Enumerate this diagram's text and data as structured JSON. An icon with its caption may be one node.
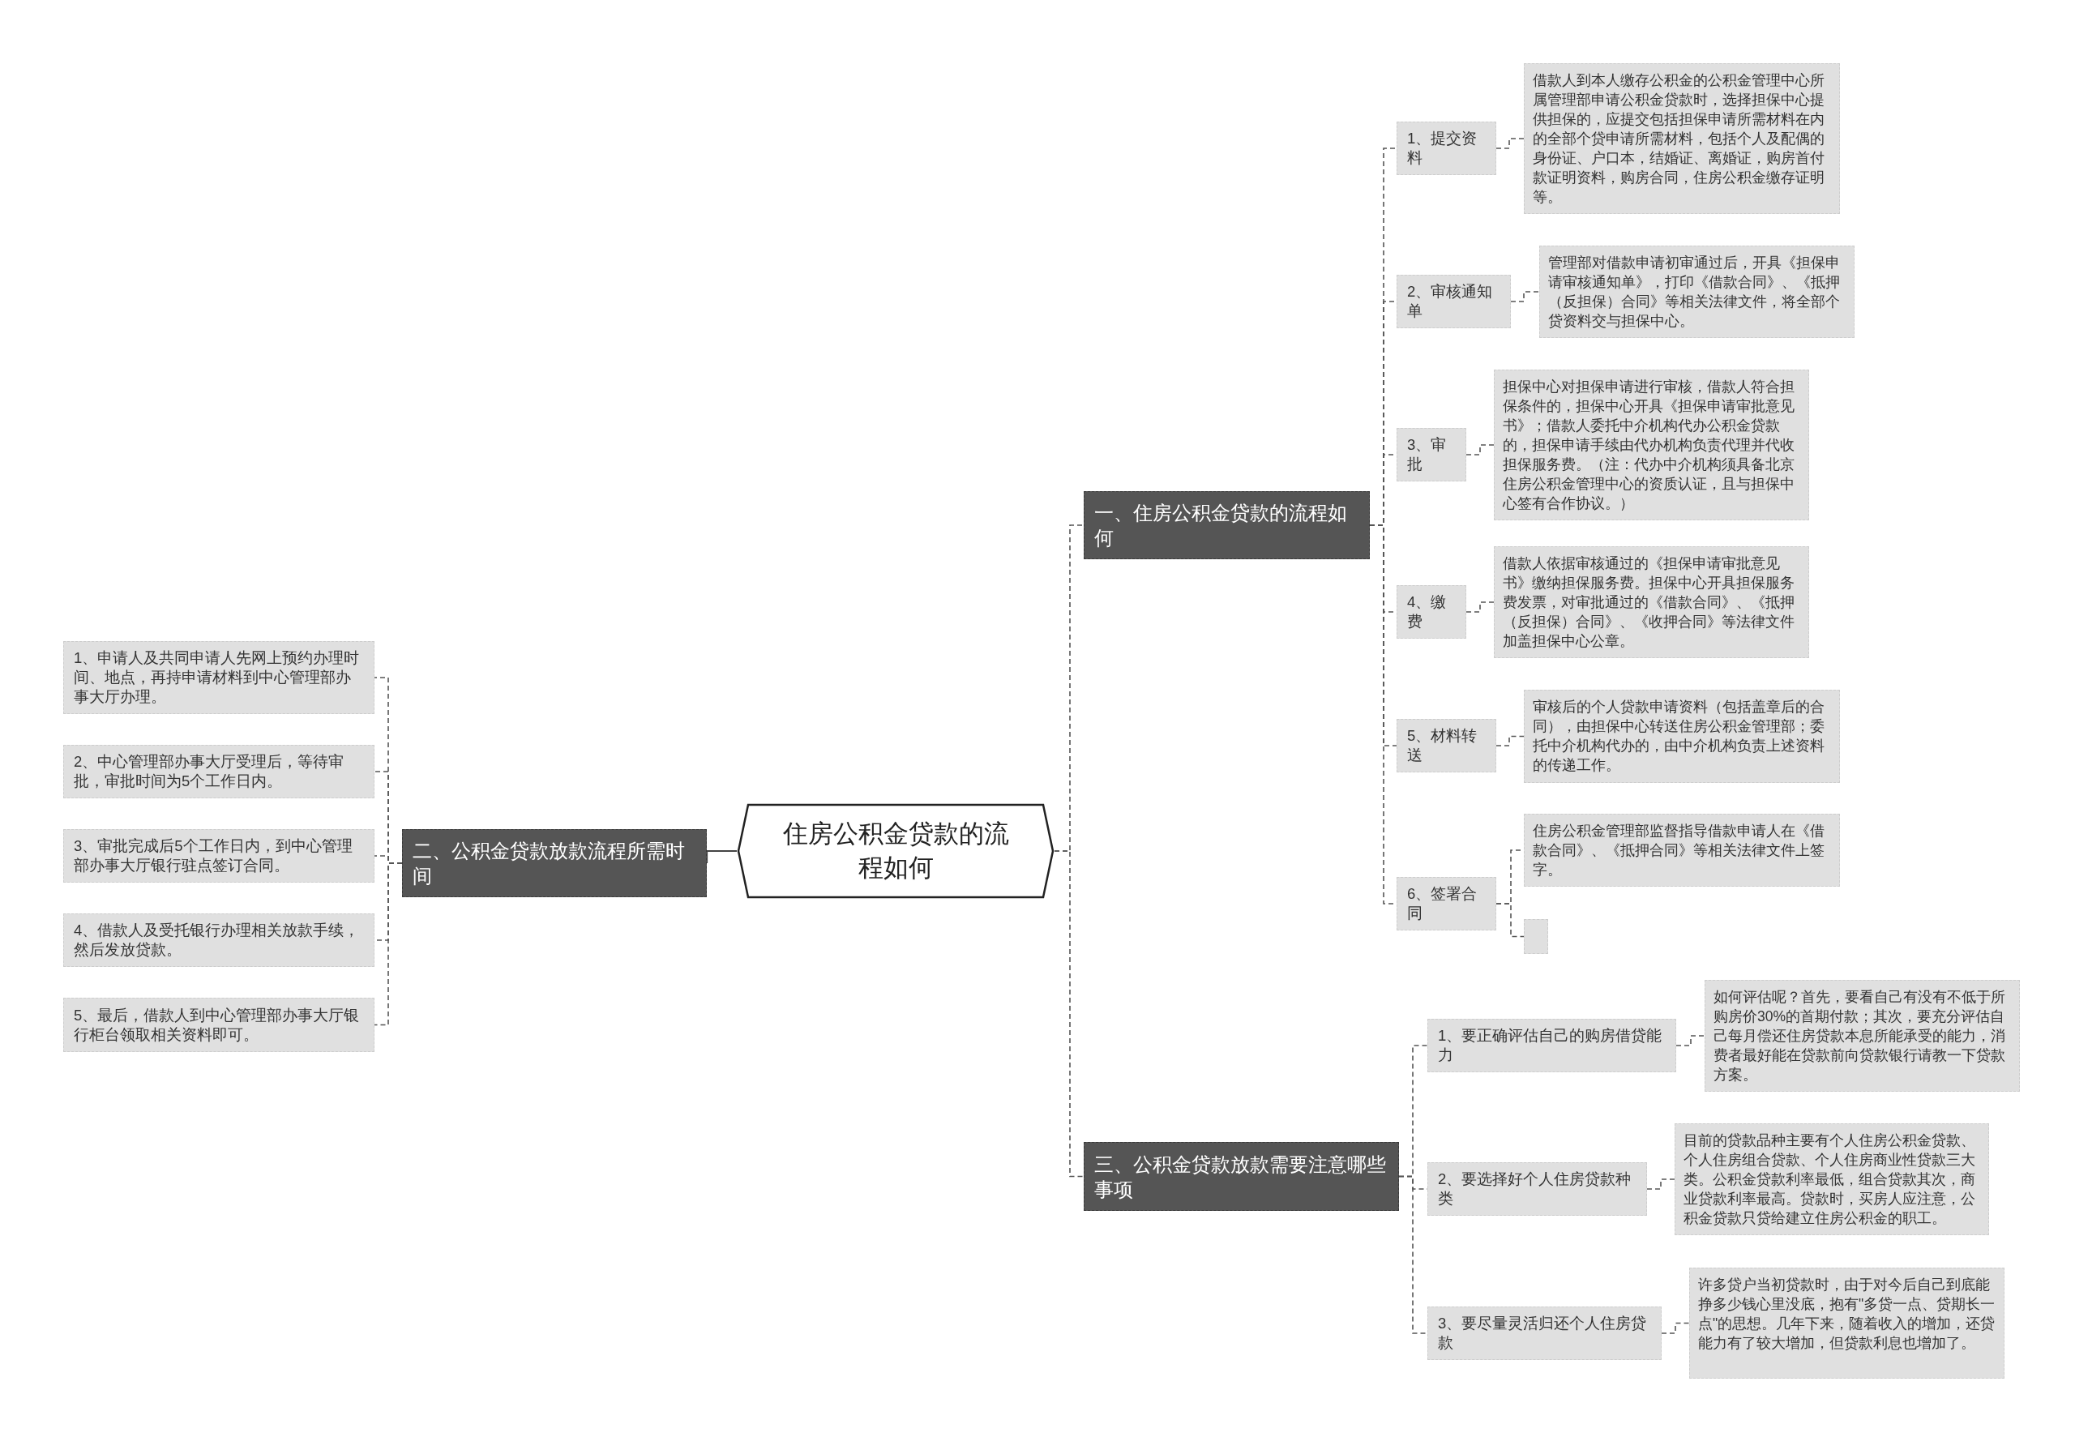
{
  "diagram": {
    "nodes": [
      {
        "text": [
          "住房公积金贷款的流程如何"
        ]
      },
      {
        "text": [
          "一、住房公积金贷款的流程如何"
        ]
      },
      {
        "text": [
          "1、提交资料"
        ]
      },
      {
        "text": [
          "借款人到本人缴存公积金的公积金管理中心所属管理部申请公积金贷款时，选择担保中心提供担保的，应提交包括担保申请所需材料在内的全部个贷申请所需材料，包括个人及配偶的身份证、户口本，结婚证、离婚证，购房首付款证明资料，购房合同，住房公积金缴存证明等。"
        ]
      },
      {
        "text": [
          "2、审核通知单"
        ]
      },
      {
        "text": [
          "管理部对借款申请初审通过后，开具《担保申请审核通知单》，打印《借款合同》、《抵押（反担保）合同》等相关法律文件，将全部个贷资料交与担保中心。"
        ]
      },
      {
        "text": [
          "3、审批"
        ]
      },
      {
        "text": [
          "担保中心对担保申请进行审核，借款人符合担保条件的，担保中心开具《担保申请审批意见书》；借款人委托中介机构代办公积金贷款的，担保申请手续由代办机构负责代理并代收担保服务费。（注：代办中介机构须具备北京住房公积金管理中心的资质认证，且与担保中心签有合作协议。）"
        ]
      },
      {
        "text": [
          "4、缴费"
        ]
      },
      {
        "text": [
          "借款人依据审核通过的《担保申请审批意见书》缴纳担保服务费。担保中心开具担保服务费发票，对审批通过的《借款合同》、《抵押（反担保）合同》、《收押合同》等法律文件加盖担保中心公章。"
        ]
      },
      {
        "text": [
          "5、材料转送"
        ]
      },
      {
        "text": [
          "审核后的个人贷款申请资料（包括盖章后的合同），由担保中心转送住房公积金管理部；委托中介机构代办的，由中介机构负责上述资料的传递工作。"
        ]
      },
      {
        "text": [
          "6、签署合同"
        ]
      },
      {
        "text": [
          "住房公积金管理部监督指导借款申请人在《借款合同》、《抵押合同》等相关法律文件上签字。"
        ]
      },
      {
        "text": [],
        "shape": "box"
      },
      {
        "text": [
          "二、公积金贷款放款流程所需时间"
        ]
      },
      {
        "text": [
          "1、申请人及共同申请人先网上预约办理时间、地点，再持申请材料到中心管理部办事大厅办理。"
        ]
      },
      {
        "text": [
          "2、中心管理部办事大厅受理后，等待审批，审批时间为5个工作日内。"
        ]
      },
      {
        "text": [
          "3、审批完成后5个工作日内，到中心管理部办事大厅银行驻点签订合同。"
        ]
      },
      {
        "text": [
          "4、借款人及受托银行办理相关放款手续，然后发放贷款。"
        ]
      },
      {
        "text": [
          "5、最后，借款人到中心管理部办事大厅银行柜台领取相关资料即可。"
        ]
      },
      {
        "text": [
          "三、公积金贷款放款需要注意哪些事项"
        ]
      },
      {
        "text": [
          "1、要正确评估自己的购房借贷能力"
        ]
      },
      {
        "text": [
          "如何评估呢？首先，要看自己有没有不低于所购房价30%的首期付款；其次，要充分评估自己每月偿还住房贷款本息所能承受的能力，消费者最好能在贷款前向贷款银行请教一下贷款方案。"
        ]
      },
      {
        "text": [
          "2、要选择好个人住房贷款种类"
        ]
      },
      {
        "text": [
          "目前的贷款品种主要有个人住房公积金贷款、个人住房组合贷款、个人住房商业性贷款三大类。公积金贷款利率最低，组合贷款其次，商业贷款利率最高。贷款时，买房人应注意，公积金贷款只贷给建立住房公积金的职工。"
        ]
      },
      {
        "text": [
          "3、要尽量灵活归还个人住房贷款"
        ]
      },
      {
        "text": [
          "许多贷户当初贷款时，由于对今后自己到底能挣多少钱心里没底，抱有\"多贷一点、贷期长一点\"的思想。几年下来，随着收入的增加，还贷能力有了较大增加，但贷款利息也增加了。"
        ]
      }
    ],
    "edges": [
      {
        "from": 0,
        "to": 1,
        "arrow": "none",
        "style": "dashed"
      },
      {
        "from": 0,
        "to": 15,
        "arrow": "none"
      },
      {
        "from": 0,
        "to": 21,
        "arrow": "none",
        "style": "dashed"
      },
      {
        "from": 1,
        "to": 2,
        "arrow": "none",
        "style": "dashed"
      },
      {
        "from": 1,
        "to": 4,
        "arrow": "none",
        "style": "dashed"
      },
      {
        "from": 1,
        "to": 6,
        "arrow": "none",
        "style": "dashed"
      },
      {
        "from": 1,
        "to": 8,
        "arrow": "none",
        "style": "dashed"
      },
      {
        "from": 1,
        "to": 10,
        "arrow": "none",
        "style": "dashed"
      },
      {
        "from": 1,
        "to": 12,
        "arrow": "none",
        "style": "dashed"
      },
      {
        "from": 2,
        "to": 3,
        "arrow": "none",
        "style": "dashed"
      },
      {
        "from": 4,
        "to": 5,
        "arrow": "none",
        "style": "dashed"
      },
      {
        "from": 6,
        "to": 7,
        "arrow": "none",
        "style": "dashed"
      },
      {
        "from": 8,
        "to": 9,
        "arrow": "none",
        "style": "dashed"
      },
      {
        "from": 10,
        "to": 11,
        "arrow": "none",
        "style": "dashed"
      },
      {
        "from": 12,
        "to": 13,
        "arrow": "none",
        "style": "dashed"
      },
      {
        "from": 12,
        "to": 14,
        "arrow": "none",
        "style": "dashed"
      },
      {
        "from": 15,
        "to": 16,
        "arrow": "none",
        "style": "dashed"
      },
      {
        "from": 15,
        "to": 17,
        "arrow": "none",
        "style": "dashed"
      },
      {
        "from": 15,
        "to": 18,
        "arrow": "none",
        "style": "dashed"
      },
      {
        "from": 15,
        "to": 19,
        "arrow": "none",
        "style": "dashed"
      },
      {
        "from": 15,
        "to": 20,
        "arrow": "none",
        "style": "dashed"
      },
      {
        "from": 21,
        "to": 22,
        "arrow": "none",
        "style": "dashed"
      },
      {
        "from": 21,
        "to": 24,
        "arrow": "none",
        "style": "dashed"
      },
      {
        "from": 21,
        "to": 26,
        "arrow": "none",
        "style": "dashed"
      },
      {
        "from": 22,
        "to": 23,
        "arrow": "none",
        "style": "dashed"
      },
      {
        "from": 24,
        "to": 25,
        "arrow": "none",
        "style": "dashed"
      },
      {
        "from": 26,
        "to": 27,
        "arrow": "none",
        "style": "dashed"
      }
    ]
  }
}
